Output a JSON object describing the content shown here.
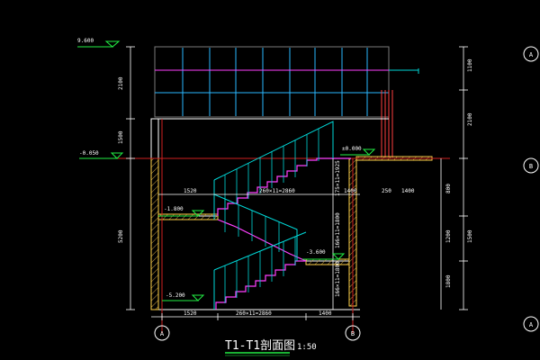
{
  "drawing": {
    "title": "T1-T1剖面图",
    "scale": "1:50",
    "grid_axes": {
      "bottom_left": "A",
      "bottom_right": "B",
      "right_top": "A",
      "right_mid": "B",
      "right_bottom": "A"
    },
    "elevations": {
      "top": "9.600",
      "floor_left": "-0.050",
      "floor_right": "±0.000",
      "mid_landing": "-1.800",
      "lower_landing": "-3.600",
      "bottom": "-5.200"
    },
    "left_dims": [
      "2100",
      "1500",
      "5200"
    ],
    "right_dims": [
      "1100",
      "2100",
      "800",
      "1200",
      "1800",
      "1500"
    ],
    "bottom_dims": [
      "1520",
      "260×11=2860",
      "1400"
    ],
    "flight_labels": {
      "upper_flight": "260×11=2860",
      "mid_dim_a": "1520",
      "mid_dim_b": "1400",
      "mid_dim_c": "250",
      "mid_dim_d": "1400",
      "vert_upper": "175×11=1925",
      "vert_mid": "166×11=1800",
      "vert_lower": "166×11=1800"
    }
  },
  "colors": {
    "background": "#000000",
    "structure": "#ffffff",
    "wall": "#ff2020",
    "hatch": "#ffd24a",
    "rail": "#00d9d9",
    "steps": "#ff40ff",
    "glass": "#2ab7ff",
    "dims": "#ffffff",
    "level_mark": "#22ee44",
    "elevation_line": "#d02020"
  }
}
